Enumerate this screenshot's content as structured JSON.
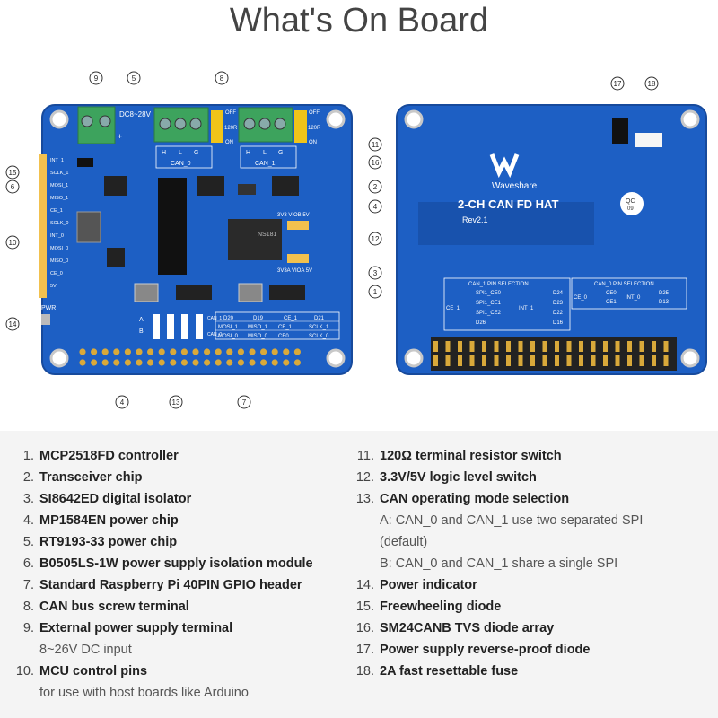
{
  "title": "What's On Board",
  "board_front": {
    "power_label": "DC8~28V",
    "plus": "+",
    "off_on_1": [
      "OFF",
      "ON"
    ],
    "res_label": "120R",
    "terminal_can0": [
      "H",
      "L",
      "G"
    ],
    "terminal_can1": [
      "H",
      "L",
      "G"
    ],
    "can0_label": "CAN_0",
    "can1_label": "CAN_1",
    "left_pins": [
      "INT_1",
      "SCLK_1",
      "MOSI_1",
      "MISO_1",
      "CE_1",
      "SCLK_0",
      "INT_0",
      "MOSI_0",
      "MISO_0",
      "CE_0",
      "5V"
    ],
    "pwr_label": "PWR",
    "vio_top": "3V3 VIOB 5V",
    "vio_bot": "3V3A VIOA 5V",
    "chip_text": "NS181",
    "ab_labels": [
      "A",
      "B"
    ],
    "mode_headers": [
      "D20",
      "D19",
      "CE_1",
      "D21"
    ],
    "mode_row1": [
      "MOSI_1",
      "MISO_1",
      "CE_1",
      "SCLK_1"
    ],
    "mode_row2": [
      "MOSI_0",
      "MISO_0",
      "CE0",
      "SCLK_0"
    ],
    "can_side": [
      "CAN_1",
      "CAN_0"
    ]
  },
  "board_back": {
    "brand": "Waveshare",
    "product": "2-CH CAN FD HAT",
    "rev": "Rev2.1",
    "qc": [
      "QC",
      "09"
    ],
    "can1_title": "CAN_1 PIN SELECTION",
    "can0_title": "CAN_0 PIN SELECTION",
    "can1_ce": "CE_1",
    "can1_int": "INT_1",
    "can1_opts": [
      "SPI1_CE0",
      "SPI1_CE1",
      "SPI1_CE2",
      "D26"
    ],
    "can1_pins": [
      "D24",
      "D23",
      "D22",
      "D16"
    ],
    "can0_ce": "CE_0",
    "can0_int": "INT_0",
    "can0_opts": [
      "CE0",
      "CE1"
    ],
    "can0_pins": [
      "D25",
      "D13"
    ]
  },
  "callouts": [
    "9",
    "5",
    "8",
    "11",
    "16",
    "15",
    "6",
    "2",
    "4",
    "10",
    "12",
    "3",
    "1",
    "14",
    "4",
    "13",
    "7",
    "17",
    "18"
  ],
  "items_left": [
    {
      "n": "1.",
      "label": "MCP2518FD controller"
    },
    {
      "n": "2.",
      "label": "Transceiver chip"
    },
    {
      "n": "3.",
      "label": "SI8642ED digital isolator"
    },
    {
      "n": "4.",
      "label": "MP1584EN power chip"
    },
    {
      "n": "5.",
      "label": "RT9193-33 power chip"
    },
    {
      "n": "6.",
      "label": "B0505LS-1W power supply isolation module"
    },
    {
      "n": "7.",
      "label": "Standard Raspberry Pi 40PIN GPIO header"
    },
    {
      "n": "8.",
      "label": "CAN bus screw terminal"
    },
    {
      "n": "9.",
      "label": "External power supply terminal",
      "sub": [
        "8~26V DC input"
      ]
    },
    {
      "n": "10.",
      "label": "MCU control pins",
      "sub": [
        "for use with host boards like Arduino"
      ]
    }
  ],
  "items_right": [
    {
      "n": "11.",
      "label": "120Ω terminal resistor switch"
    },
    {
      "n": "12.",
      "label": "3.3V/5V logic level switch"
    },
    {
      "n": "13.",
      "label": "CAN operating mode selection",
      "sub": [
        "A: CAN_0 and CAN_1 use two separated SPI",
        "(default)",
        "B: CAN_0 and CAN_1 share a single SPI"
      ]
    },
    {
      "n": "14.",
      "label": "Power indicator"
    },
    {
      "n": "15.",
      "label": "Freewheeling diode"
    },
    {
      "n": "16.",
      "label": "SM24CANB TVS diode array"
    },
    {
      "n": "17.",
      "label": "Power supply reverse-proof diode"
    },
    {
      "n": "18.",
      "label": "2A fast resettable fuse"
    }
  ],
  "colors": {
    "pcb": "#1d5fc4",
    "pcb_edge": "#174a9c",
    "terminal": "#3da35d",
    "silk": "#ffffff",
    "gold": "#d9a93a",
    "panel": "#f4f4f4"
  }
}
